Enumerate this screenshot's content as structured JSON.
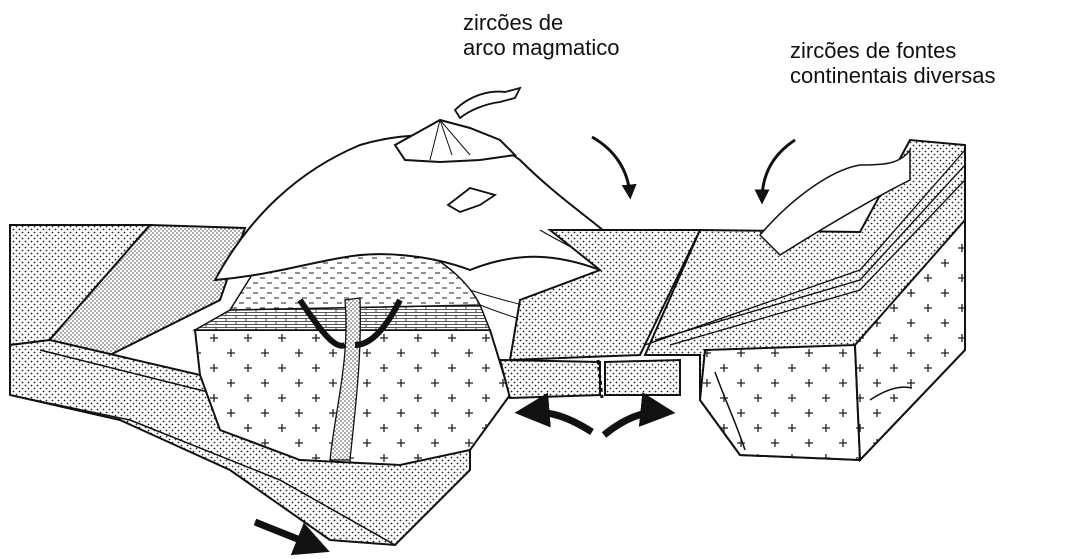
{
  "labels": {
    "arc": {
      "line1": "zircões de",
      "line2": "arco magmatico"
    },
    "continental": {
      "line1": "zircões de fontes",
      "line2": "continentais diversas"
    }
  },
  "colors": {
    "ink": "#111111",
    "background": "#ffffff",
    "sediment_fill": "#ffffff"
  },
  "icons": [
    "curved-arrow-down-icon",
    "curved-arrow-down-icon",
    "curved-arrow-left-icon",
    "curved-arrow-right-icon",
    "straight-arrow-icon",
    "plume-icon"
  ]
}
